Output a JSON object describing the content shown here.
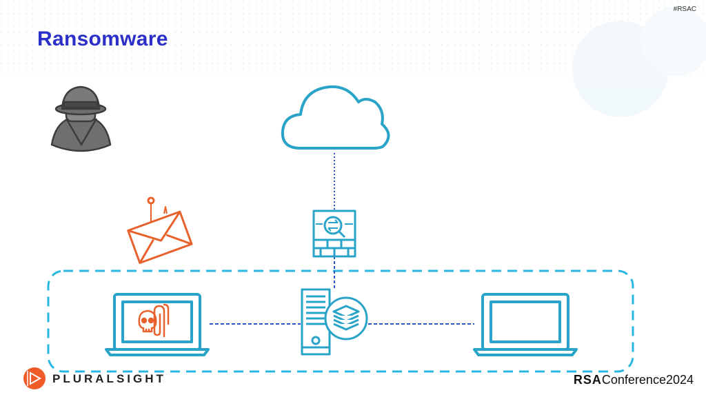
{
  "slide": {
    "hashtag": "#RSAC",
    "title": "Ransomware"
  },
  "footer": {
    "brand": "PLURALSIGHT",
    "conference_prefix": "RSA",
    "conference_suffix": "Conference2024"
  },
  "colors": {
    "title": "#2b2fc7",
    "network": "#29a3c7",
    "link": "#2b4fc7",
    "phish": "#e8612c",
    "attacker": "#7a7a7a",
    "brand_orange": "#f15b2a"
  },
  "icons": [
    "spy-icon",
    "phishing-email-icon",
    "cloud-icon",
    "firewall-icon",
    "server-icon",
    "database-layers-icon",
    "infected-laptop-icon",
    "skull-icon",
    "paperclip-icon",
    "laptop-icon",
    "pluralsight-logo-icon"
  ]
}
